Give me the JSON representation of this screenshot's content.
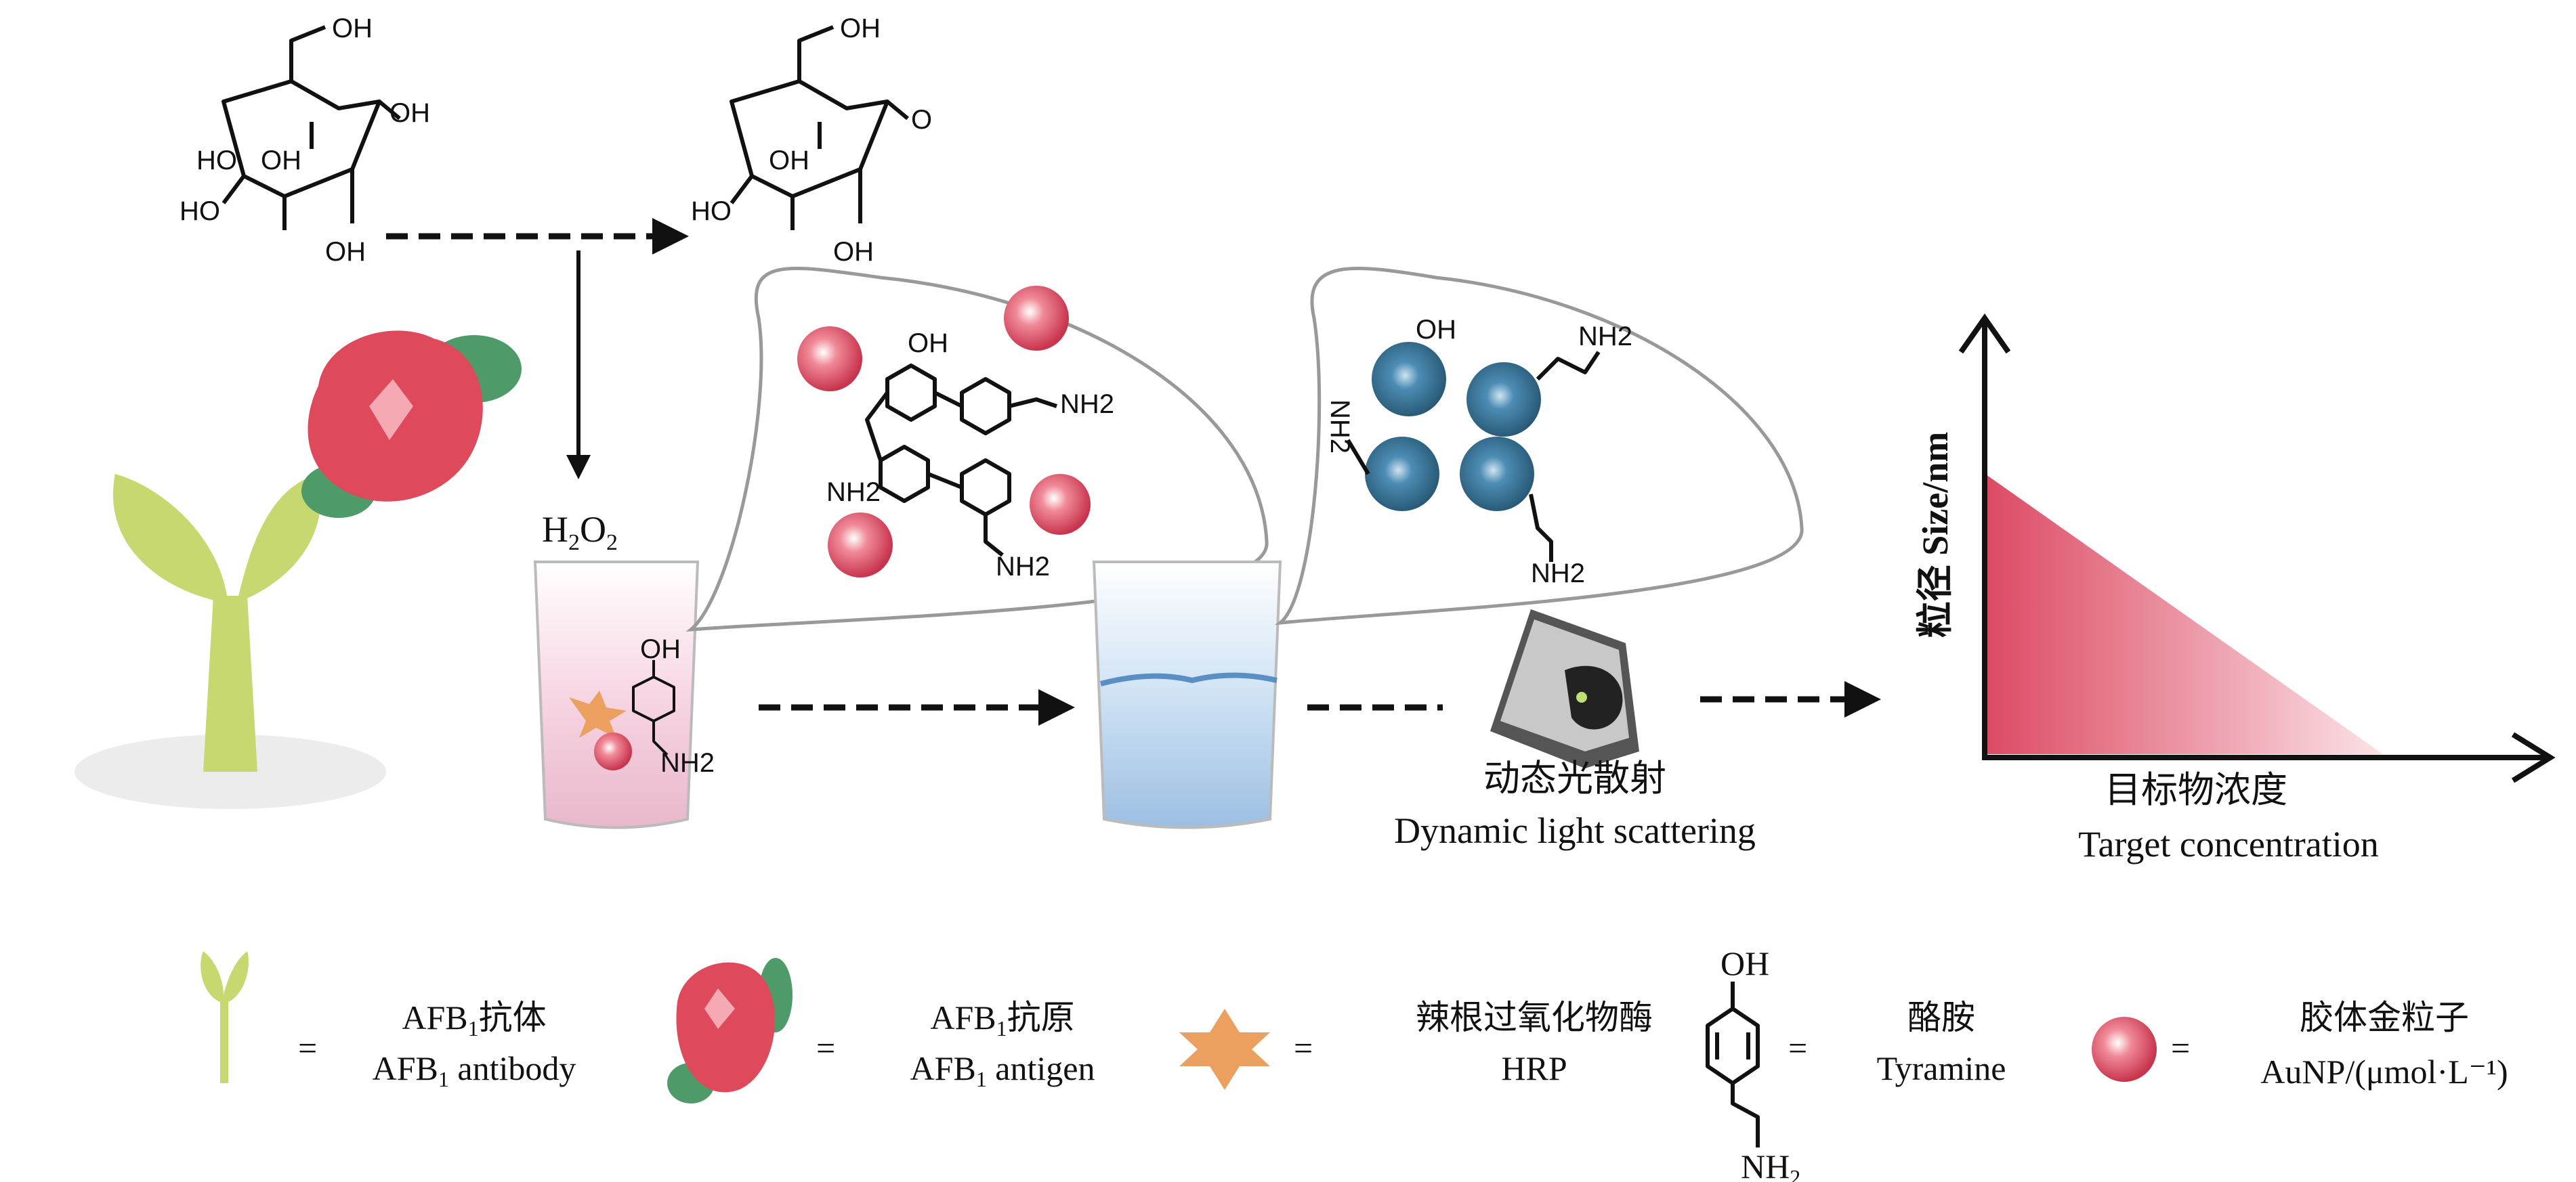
{
  "reaction": {
    "glucose_oh": [
      "OH",
      "OH",
      "OH",
      "HO",
      "HO",
      "OH"
    ],
    "lactone_oh": [
      "OH",
      "OH",
      "HO",
      "OH",
      "O"
    ],
    "h2o2": {
      "main": "H",
      "sub1": "2",
      "mid": "O",
      "sub2": "2"
    }
  },
  "bubble1": {
    "labels": [
      "OH",
      "NH2",
      "NH2",
      "NH2"
    ]
  },
  "bubble2": {
    "labels": [
      "OH",
      "NH2",
      "NH2",
      "NH2"
    ]
  },
  "beaker1": {
    "labels": [
      "OH",
      "NH2"
    ]
  },
  "dls": {
    "label_cn": "动态光散射",
    "label_en": "Dynamic light scattering"
  },
  "plot": {
    "y_label": "粒径 Size/nm",
    "x_label_cn": "目标物浓度",
    "x_label_en": "Target concentration"
  },
  "legend": {
    "equals": "=",
    "antibody": {
      "cn_prefix": "AFB",
      "sub": "1",
      "cn_suffix": "抗体",
      "en_prefix": "AFB",
      "en_suffix": " antibody"
    },
    "antigen": {
      "cn_prefix": "AFB",
      "sub": "1",
      "cn_suffix": "抗原",
      "en_prefix": "AFB",
      "en_suffix": " antigen"
    },
    "hrp": {
      "cn": "辣根过氧化物酶",
      "en": "HRP"
    },
    "tyramine": {
      "cn": "酪胺",
      "en": "Tyramine",
      "oh": "OH",
      "nh": "NH",
      "nh_sub": "2"
    },
    "aunp": {
      "cn": "胶体金粒子",
      "en": "AuNP/(μmol·L⁻¹)"
    }
  },
  "colors": {
    "antibody": "#c8d870",
    "antigen": "#de4a5c",
    "leaf": "#4e9a68",
    "hrp": "#eba060",
    "aunp": "#e06a7c",
    "aggregate": "#3b79a0",
    "plot_fill": "#dc4a64"
  }
}
